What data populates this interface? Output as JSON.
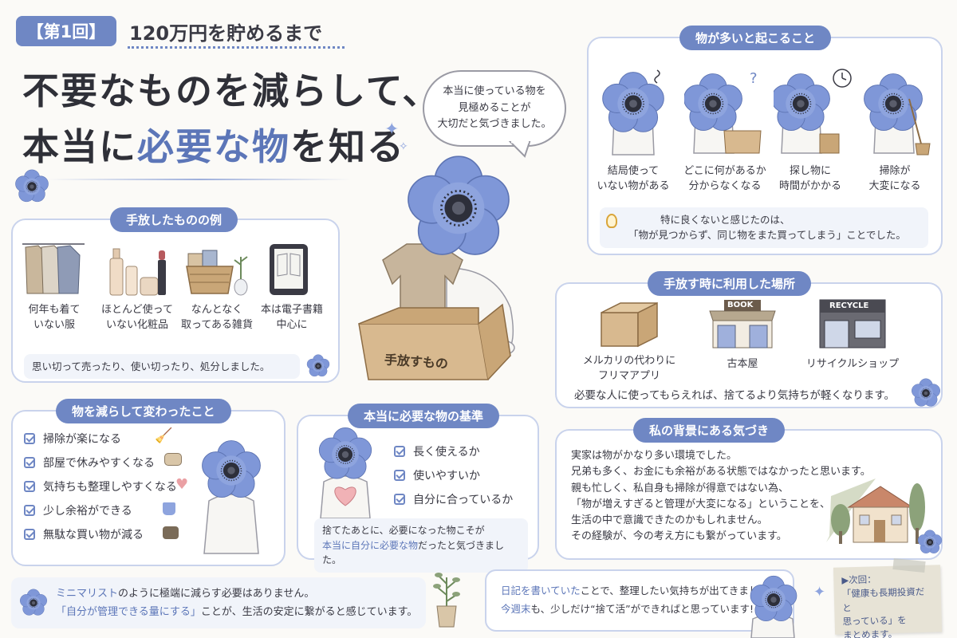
{
  "header": {
    "episode_badge": "【第1回】",
    "series_title": "120万円を貯めるまで",
    "headline_line1": "不要なものを減らして、",
    "headline_line2_a": "本当に",
    "headline_line2_b": "必要な物",
    "headline_line2_c": "を知る"
  },
  "speech_bubble": {
    "line1": "本当に使っている物を",
    "line2": "見極めることが",
    "line3": "大切だと気づきました。"
  },
  "center_box_label": "手放すもの",
  "let_go_examples": {
    "title": "手放したものの例",
    "items": [
      {
        "caption": "何年も着て\nいない服",
        "icon": "clothes-icon"
      },
      {
        "caption": "ほとんど使って\nいない化粧品",
        "icon": "cosmetics-icon"
      },
      {
        "caption": "なんとなく\n取ってある雑貨",
        "icon": "basket-icon"
      },
      {
        "caption": "本は電子書籍\n中心に",
        "icon": "ereader-icon"
      }
    ],
    "note": "思い切って売ったり、使い切ったり、処分しました。"
  },
  "too_many_things": {
    "title": "物が多いと起こること",
    "items": [
      {
        "caption": "結局使って\nいない物がある"
      },
      {
        "caption": "どこに何があるか\n分からなくなる"
      },
      {
        "caption": "探し物に\n時間がかかる"
      },
      {
        "caption": "掃除が\n大変になる"
      }
    ],
    "note_line1": "特に良くないと感じたのは、",
    "note_line2": "「物が見つからず、同じ物をまた買ってしまう」ことでした。"
  },
  "places_used": {
    "title": "手放す時に利用した場所",
    "items": [
      {
        "caption": "メルカリの代わりに\nフリマアプリ",
        "icon": "cardboard-box-icon"
      },
      {
        "caption": "古本屋",
        "icon": "bookstore-icon",
        "sign": "BOOK"
      },
      {
        "caption": "リサイクルショップ",
        "icon": "recycle-shop-icon",
        "sign": "RECYCLE"
      }
    ],
    "note": "必要な人に使ってもらえれば、捨てるより気持ちが軽くなります。"
  },
  "changes": {
    "title": "物を減らして変わったこと",
    "items": [
      {
        "label": "掃除が楽になる",
        "icon": "broom-icon"
      },
      {
        "label": "部屋で休みやすくなる",
        "icon": "sofa-icon"
      },
      {
        "label": "気持ちも整理しやすくなる",
        "icon": "heart-icon"
      },
      {
        "label": "少し余裕ができる",
        "icon": "mug-icon"
      },
      {
        "label": "無駄な買い物が減る",
        "icon": "wallet-icon"
      }
    ]
  },
  "criteria": {
    "title": "本当に必要な物の基準",
    "items": [
      "長く使えるか",
      "使いやすいか",
      "自分に合っているか"
    ],
    "note_line1": "捨てたあとに、必要になった物こそが",
    "note_line2_highlight": "本当に自分に必要な物",
    "note_line2_rest": "だったと気づきました。"
  },
  "background": {
    "title": "私の背景にある気づき",
    "lines": [
      "実家は物がかなり多い環境でした。",
      "兄弟も多く、お金にも余裕がある状態ではなかったと思います。",
      "親も忙しく、私自身も掃除が得意ではない為、",
      "「物が増えすぎると管理が大変になる」ということを、",
      "生活の中で意識できたのかもしれません。",
      "その経験が、今の考え方にも繋がっています。"
    ]
  },
  "minimalist_note": {
    "line1_highlight": "ミニマリスト",
    "line1_rest": "のように極端に減らす必要はありません。",
    "line2_highlight": "「自分が管理できる量にする」",
    "line2_rest": "ことが、生活の安定に繋がると感じています。"
  },
  "diary_note": {
    "line1_highlight": "日記を書いていた",
    "line1_rest": "ことで、整理したい気持ちが出てきました。",
    "line2_highlight": "今週末",
    "line2_rest": "も、少しだけ“捨て活”ができればと思っています!"
  },
  "next_time": {
    "label": "▶次回：",
    "line1": "「健康も長期投資だと",
    "line2": "思っている」を",
    "line3": "まとめます。"
  },
  "colors": {
    "accent": "#6f87c4",
    "flower": "#7f97d8",
    "card_border": "#c9d3ec"
  }
}
